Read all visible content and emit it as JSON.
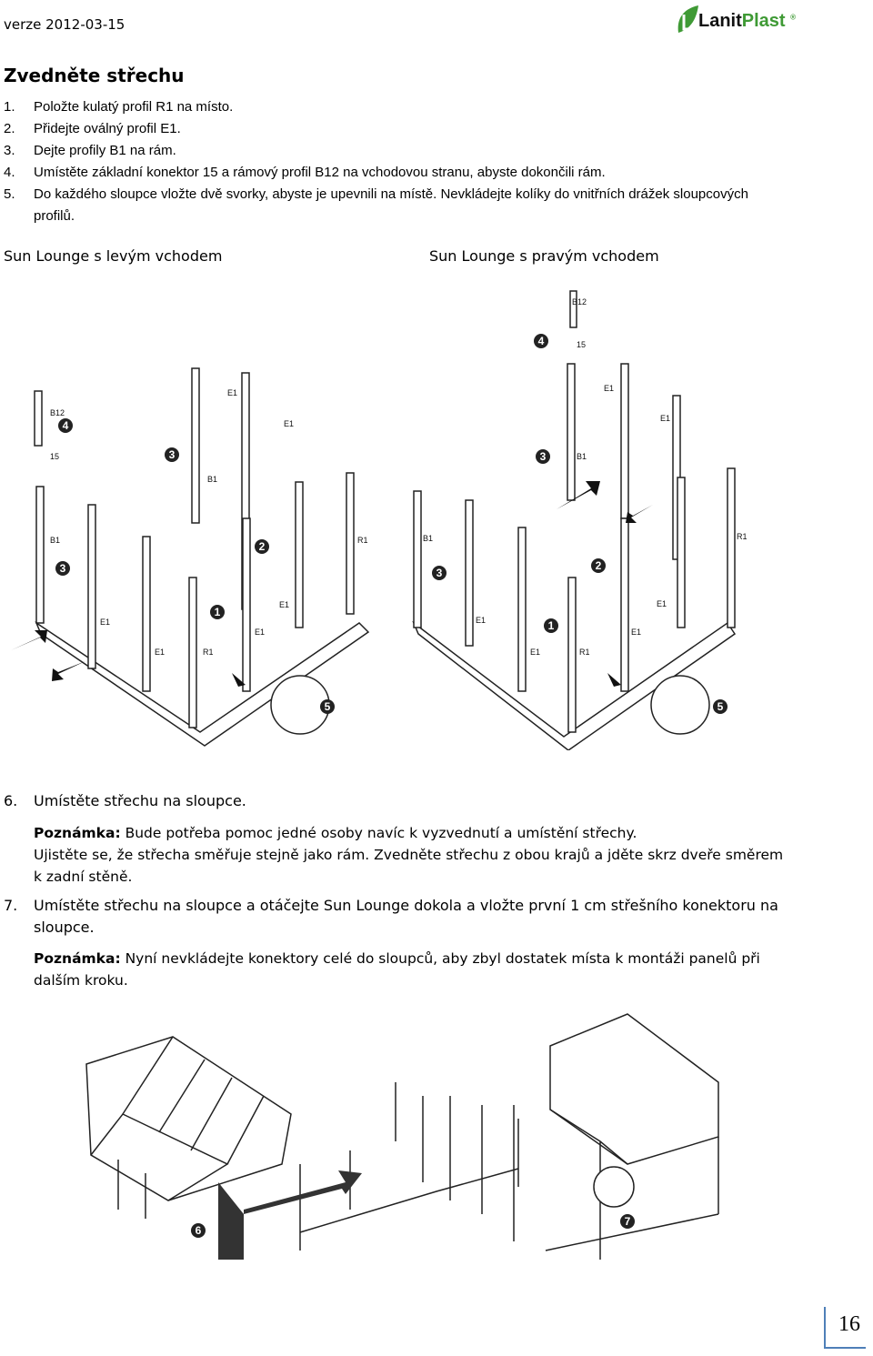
{
  "header": {
    "version": "verze 2012-03-15",
    "logo_text_1": "Lanit",
    "logo_text_2": "Plast",
    "logo_reg": "®"
  },
  "section": {
    "title": "Zvedněte střechu",
    "steps": [
      {
        "num": "1.",
        "text": "Položte kulatý profil R1 na místo."
      },
      {
        "num": "2.",
        "text": "Přidejte oválný profil E1."
      },
      {
        "num": "3.",
        "text": "Dejte profily B1 na rám."
      },
      {
        "num": "4.",
        "text": "Umístěte základní konektor 15 a rámový profil B12 na vchodovou stranu, abyste dokončili rám."
      },
      {
        "num": "5.",
        "text": "Do každého sloupce vložte dvě svorky, abyste je upevnili na místě. Nevkládejte kolíky do vnitřních drážek sloupcových profilů."
      }
    ],
    "variant_left": "Sun Lounge s levým vchodem",
    "variant_right": "Sun Lounge s pravým vchodem"
  },
  "diagram_labels": {
    "b12": "B12",
    "c15": "15",
    "e1": "E1",
    "b1": "B1",
    "r1": "R1",
    "n1": "1",
    "n2": "2",
    "n3": "3",
    "n4": "4",
    "n5": "5",
    "n6": "6",
    "n7": "7"
  },
  "step6": {
    "num": "6.",
    "text": "Umístěte střechu na sloupce.",
    "note_label": "Poznámka:",
    "note_text": " Bude potřeba pomoc jedné osoby navíc k vyzvednutí a umístění střechy.",
    "note_line2": "Ujistěte se, že střecha směřuje stejně jako rám. Zvedněte střechu z obou krajů a jděte skrz dveře směrem k zadní stěně."
  },
  "step7": {
    "num": "7.",
    "text": "Umístěte střechu na sloupce a otáčejte Sun Lounge dokola a vložte první 1 cm střešního konektoru na sloupce.",
    "note_label": "Poznámka:",
    "note_text": " Nyní nevkládejte konektory celé do sloupců, aby zbyl dostatek místa k montáži panelů při dalším kroku."
  },
  "page": {
    "number": "16"
  },
  "colors": {
    "accent_green": "#3f9a35",
    "page_border": "#4e7fb8"
  }
}
